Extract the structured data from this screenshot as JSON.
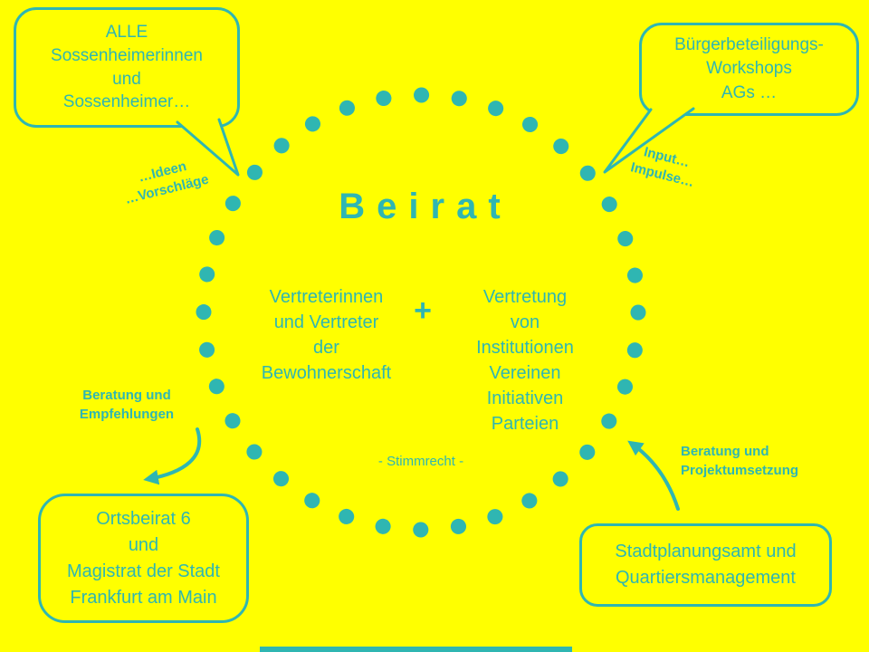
{
  "colors": {
    "background": "#FFFF00",
    "accent": "#2FB6B2"
  },
  "center": {
    "title": "Beirat",
    "residents_group": {
      "lines": [
        "Vertreterinnen",
        "und Vertreter",
        "der",
        "Bewohnerschaft"
      ]
    },
    "plus": "+",
    "institutions_group": {
      "lines": [
        "Vertretung",
        "von",
        "Institutionen",
        "Vereinen",
        "Initiativen",
        "Parteien"
      ]
    },
    "voting_note": "- Stimmrecht -"
  },
  "bubbles": {
    "top_left": {
      "lines": [
        "ALLE",
        "Sossenheimerinnen",
        "und",
        "Sossenheimer…"
      ]
    },
    "top_right": {
      "lines": [
        "Bürgerbeteiligungs-",
        "Workshops",
        "AGs …"
      ]
    },
    "bottom_left": {
      "lines": [
        "Ortsbeirat 6",
        "und",
        "Magistrat der Stadt",
        "Frankfurt am Main"
      ]
    },
    "bottom_right": {
      "lines": [
        "Stadtplanungsamt und",
        "Quartiersmanagement"
      ]
    }
  },
  "annotations": {
    "ideas": {
      "lines": [
        "…Ideen",
        "…Vorschläge"
      ]
    },
    "input": {
      "lines": [
        "Input…",
        "Impulse…"
      ]
    },
    "advice_left": {
      "lines": [
        "Beratung und",
        "Empfehlungen"
      ]
    },
    "advice_right": {
      "lines": [
        "Beratung und",
        "Projektumsetzung"
      ]
    }
  }
}
